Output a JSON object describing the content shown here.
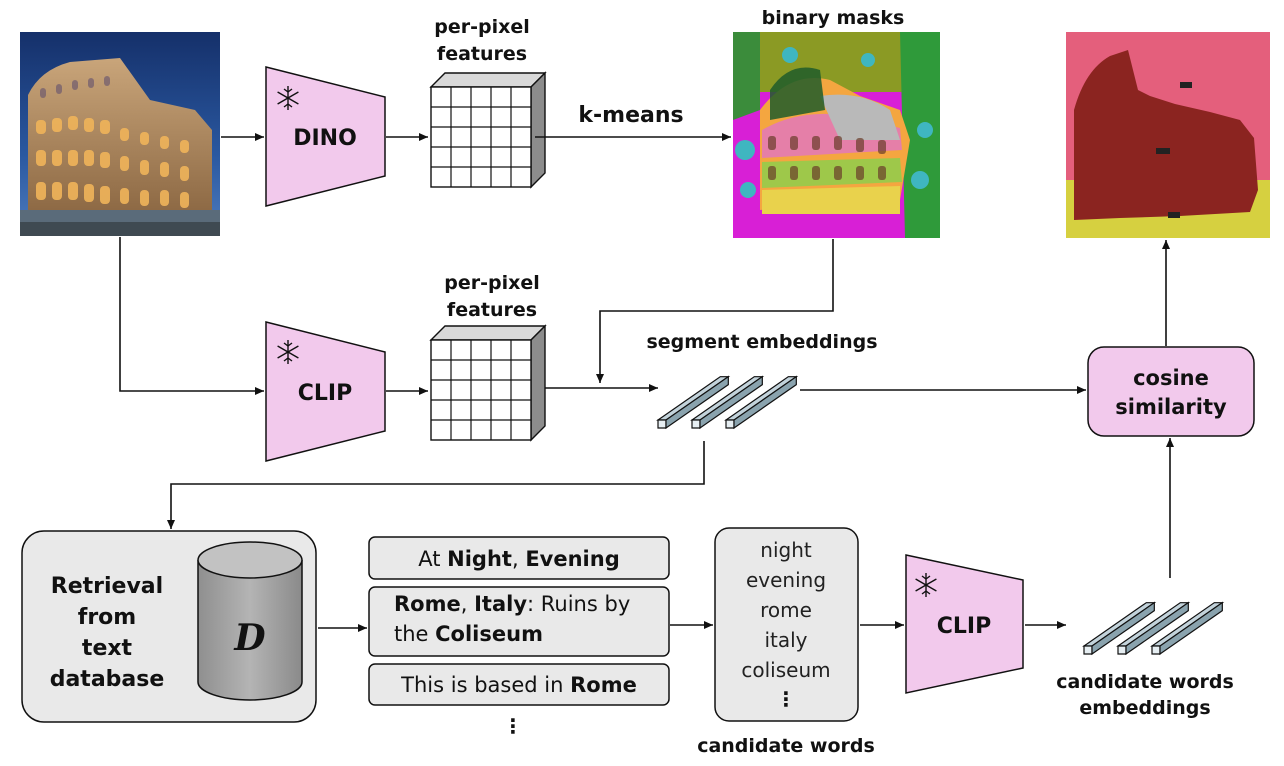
{
  "labels": {
    "features_top": [
      "per-pixel",
      "features"
    ],
    "features_mid": [
      "per-pixel",
      "features"
    ],
    "kmeans": "k-means",
    "binary_masks": "binary masks",
    "segment_embeddings": "segment embeddings",
    "cosine": [
      "cosine",
      "similarity"
    ],
    "candidate_words_caption": "candidate words",
    "candidate_embeddings": [
      "candidate words",
      "embeddings"
    ]
  },
  "encoders": {
    "dino": "DINO",
    "clip_image": "CLIP",
    "clip_text": "CLIP"
  },
  "retrieval": {
    "lines": [
      "Retrieval",
      "from",
      "text",
      "database"
    ],
    "db_symbol": "D"
  },
  "captions": [
    [
      {
        "t": "At ",
        "b": false
      },
      {
        "t": "Night",
        "b": true
      },
      {
        "t": ", ",
        "b": false
      },
      {
        "t": "Evening",
        "b": true
      }
    ],
    [
      {
        "t": "Rome",
        "b": true
      },
      {
        "t": ", ",
        "b": false
      },
      {
        "t": "Italy",
        "b": true
      },
      {
        "t": ": Ruins by",
        "b": false
      }
    ],
    [
      {
        "t": "the ",
        "b": false
      },
      {
        "t": "Coliseum",
        "b": true
      }
    ],
    [
      {
        "t": "This is based in ",
        "b": false
      },
      {
        "t": "Rome",
        "b": true
      }
    ]
  ],
  "captions_more": "⋮",
  "candidate_words": [
    "night",
    "evening",
    "rome",
    "italy",
    "coliseum"
  ],
  "candidate_more": "⋮",
  "colors": {
    "encoder_fill": "#f2c9ec",
    "box_fill": "#e9e9e9",
    "cylinder": "#a7a7a7",
    "mask_pink": "#e45f7c",
    "mask_brown": "#8b2420",
    "mask_yellow": "#d6d040"
  }
}
